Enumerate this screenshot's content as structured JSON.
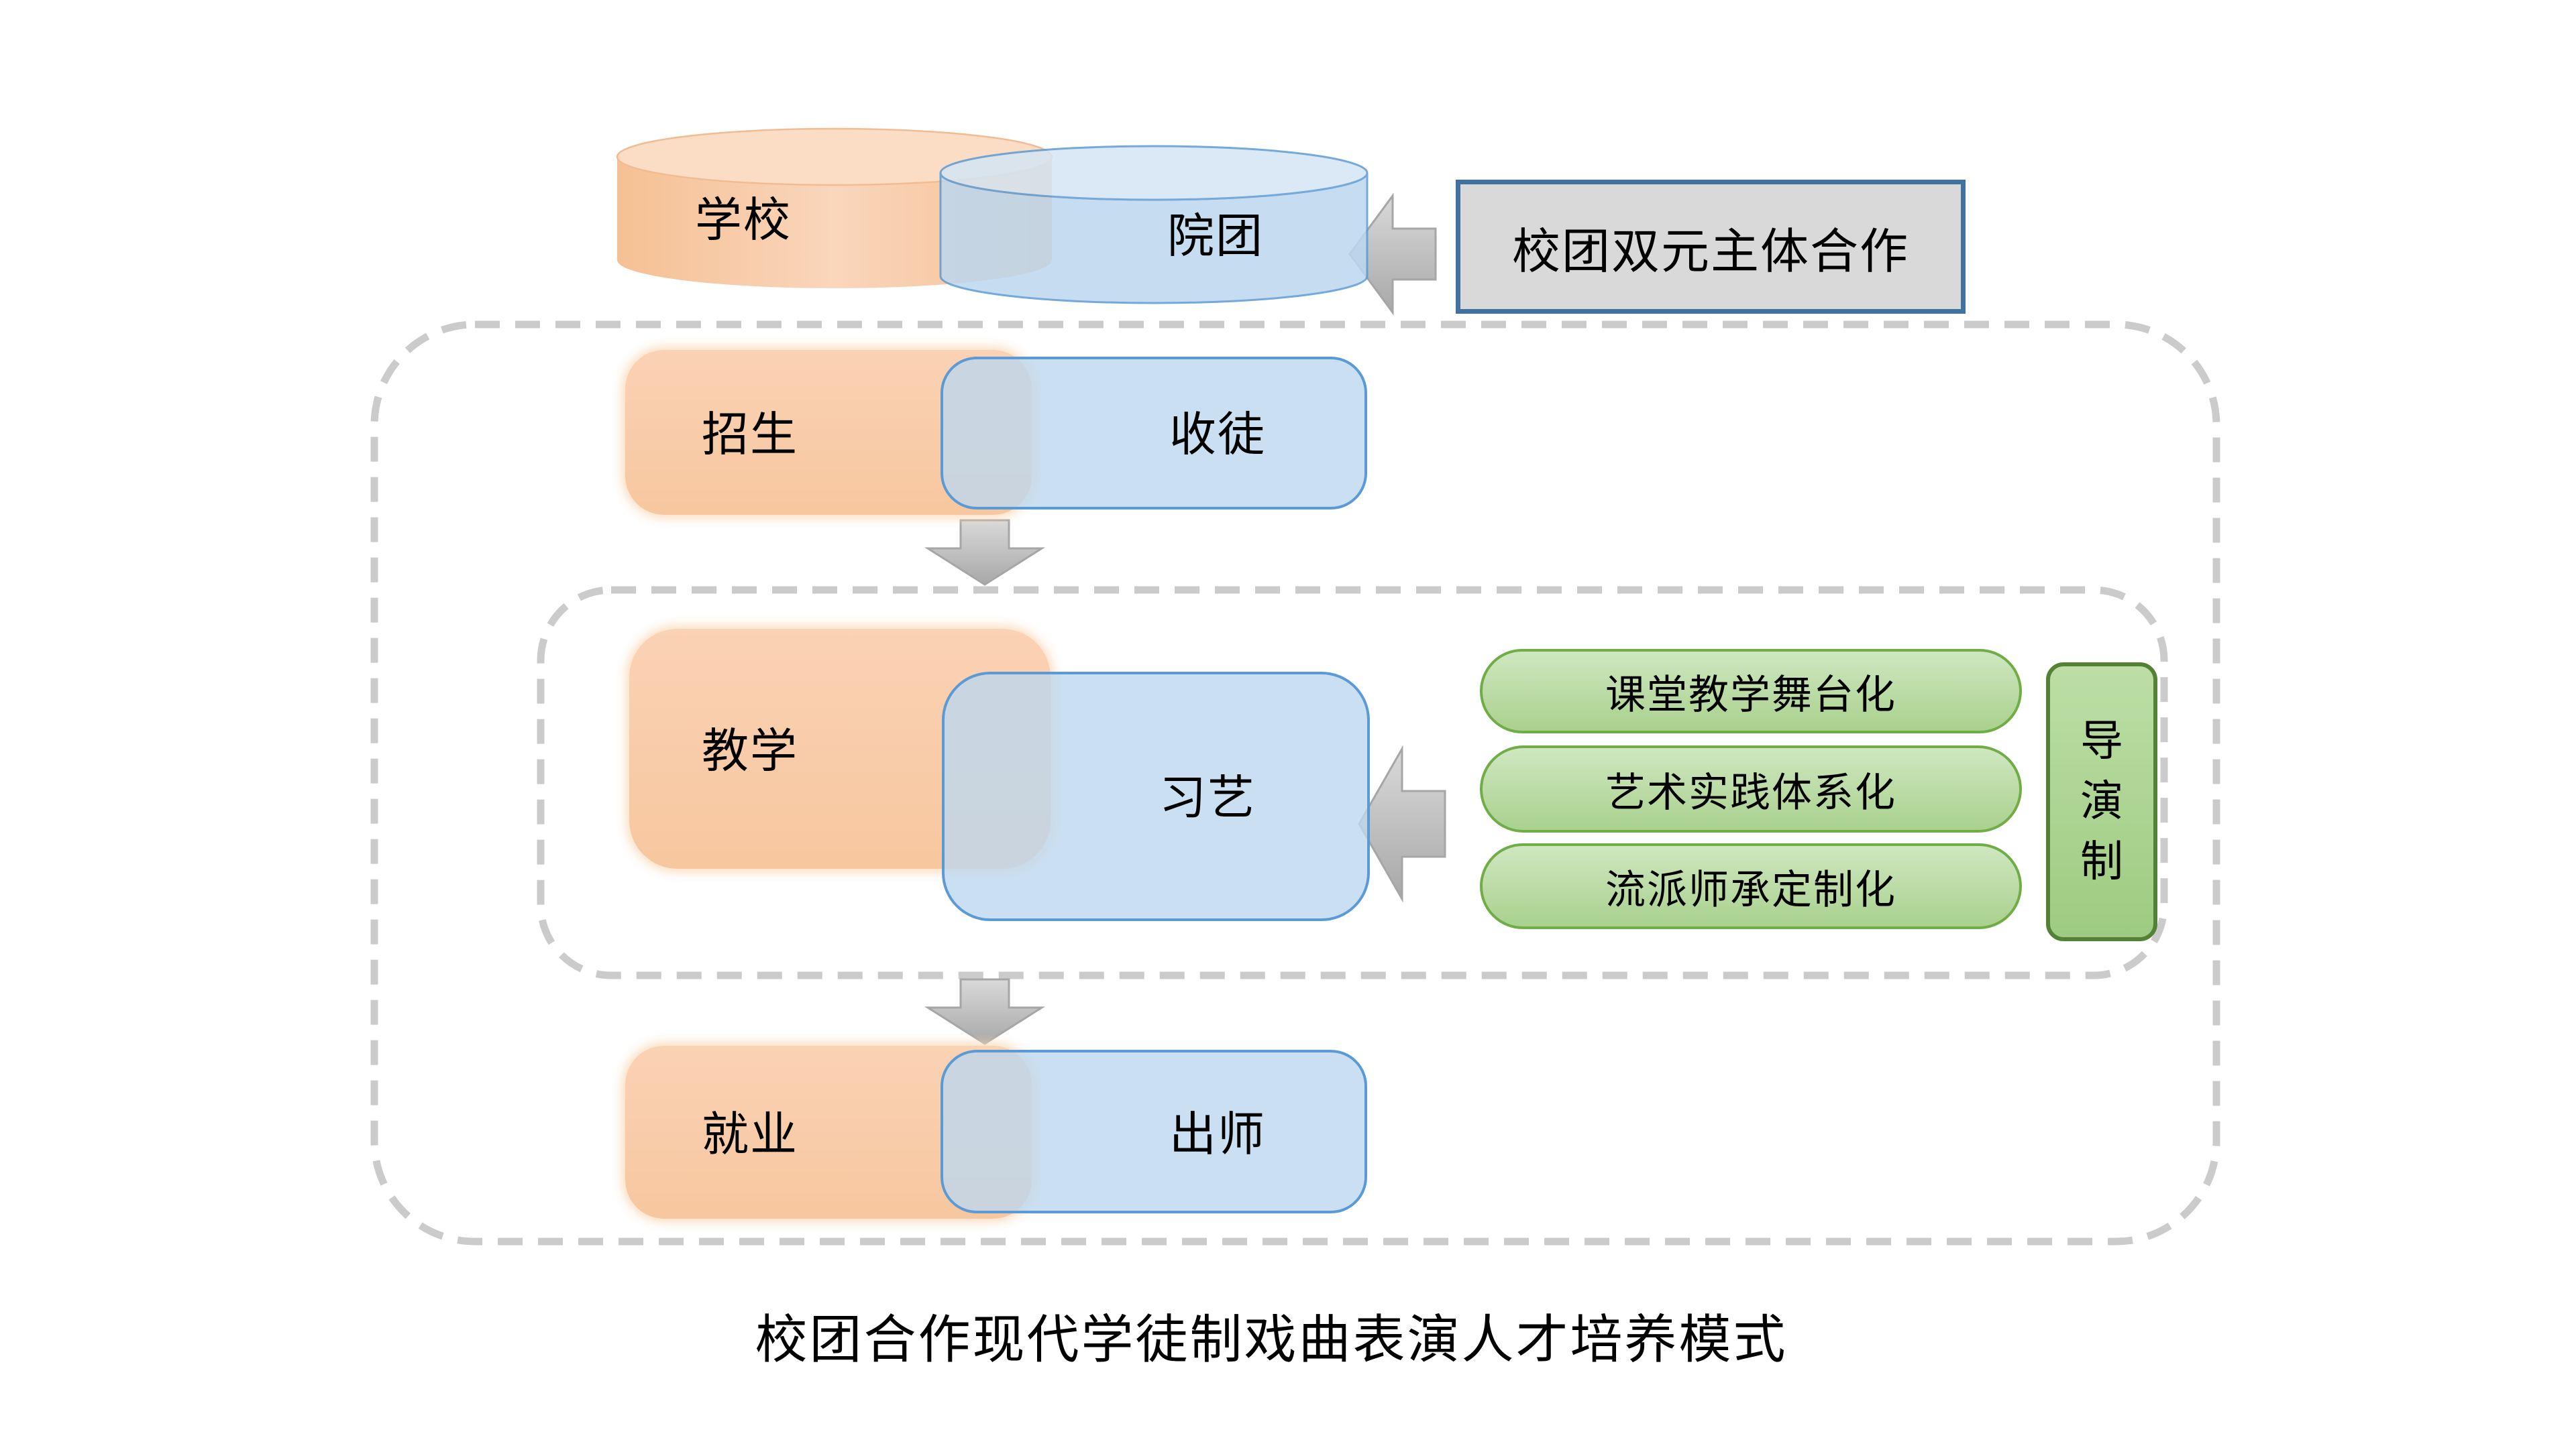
{
  "title_caption": "校团合作现代学徒制戏曲表演人才培养模式",
  "top": {
    "school": "学校",
    "troupe": "院团",
    "cooperation": "校团双元主体合作"
  },
  "flow": [
    {
      "stage_left": "招生",
      "stage_right": "收徒"
    },
    {
      "stage_left": "教学",
      "stage_right": "习艺"
    },
    {
      "stage_left": "就业",
      "stage_right": "出师"
    }
  ],
  "teaching_features": [
    "课堂教学舞台化",
    "艺术实践体系化",
    "流派师承定制化"
  ],
  "director_system": {
    "full": "导演制",
    "chars": [
      "导",
      "演",
      "制"
    ]
  },
  "colors": {
    "orange_fill": "#F8CBAD",
    "blue_fill": "#BDD7EE",
    "blue_border": "#5B9BD5",
    "green_fill": "#A9D18E",
    "green_border": "#70AD47",
    "gray_box_fill": "#D9D9D9",
    "gray_box_border": "#41719C",
    "arrow_gray": "#BFBFBF",
    "dash_gray": "#CBCBCB"
  }
}
